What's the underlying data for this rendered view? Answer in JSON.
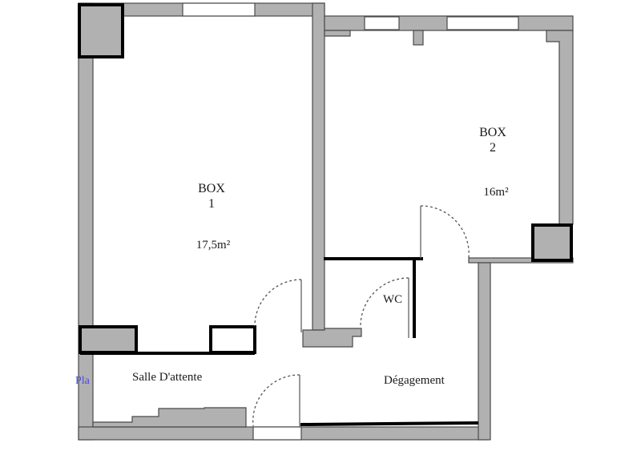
{
  "plan": {
    "colors": {
      "wall_fill": "#b1b1b1",
      "wall_stroke": "#4a4a4a",
      "structural_line": "#000000",
      "label_text": "#1a1a1a",
      "overlay_text": "#4a4ad8"
    },
    "rooms": [
      {
        "id": "box1",
        "name": "BOX",
        "number": "1",
        "area": "17,5m²"
      },
      {
        "id": "box2",
        "name": "BOX",
        "number": "2",
        "area": "16m²"
      },
      {
        "id": "wc",
        "name": "WC"
      },
      {
        "id": "salle",
        "name": "Salle D'attente"
      },
      {
        "id": "degagement",
        "name": "Dégagement"
      }
    ],
    "overlay_text": "Pla"
  }
}
